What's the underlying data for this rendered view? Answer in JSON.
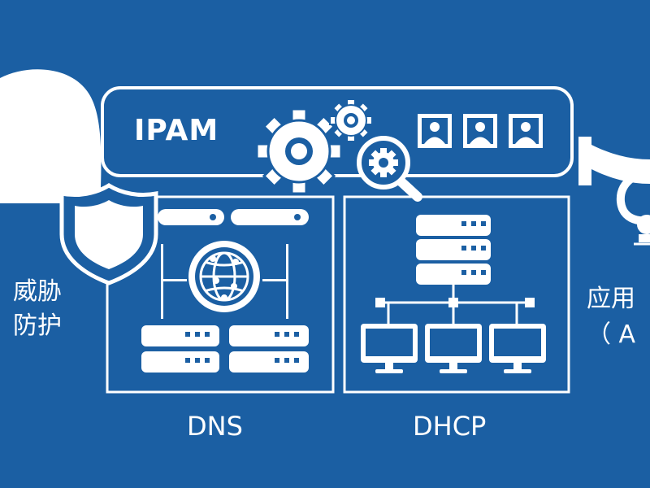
{
  "colors": {
    "background": "#1b5fa3",
    "foreground": "#ffffff"
  },
  "ipam": {
    "title": "IPAM",
    "icons": [
      "gear-icon",
      "gear-icon",
      "magnifier-gear-icon",
      "user-portrait-icon",
      "user-portrait-icon",
      "user-portrait-icon"
    ]
  },
  "threat_protection": {
    "line1": "威胁",
    "line2": "防护",
    "icons": [
      "cloud-icon",
      "shield-icon"
    ]
  },
  "applications": {
    "line1": "应用",
    "line2": "（ A"
  },
  "dns": {
    "label": "DNS",
    "icons": [
      "globe-icon",
      "server-icon"
    ]
  },
  "dhcp": {
    "label": "DHCP",
    "icons": [
      "server-icon",
      "monitor-icon"
    ]
  }
}
